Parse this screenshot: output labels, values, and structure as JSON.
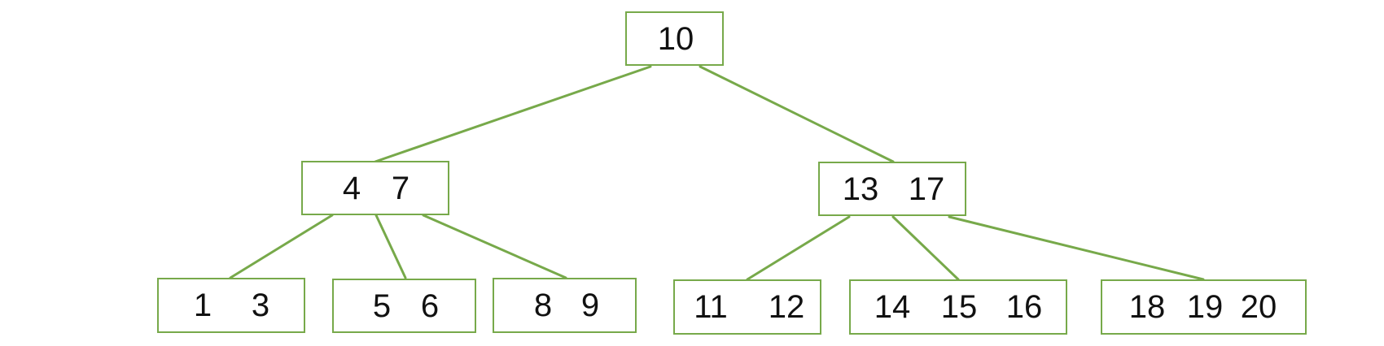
{
  "colors": {
    "node_border": "#77a94a",
    "edge": "#77a94a",
    "text": "#111111",
    "background": "#ffffff"
  },
  "tree": {
    "root": {
      "keys": [
        "10"
      ]
    },
    "level1": [
      {
        "keys": [
          "4",
          "7"
        ]
      },
      {
        "keys": [
          "13",
          "17"
        ]
      }
    ],
    "leaves": [
      {
        "keys": [
          "1",
          "3"
        ]
      },
      {
        "keys": [
          "5",
          "6"
        ]
      },
      {
        "keys": [
          "8",
          "9"
        ]
      },
      {
        "keys": [
          "11",
          "12"
        ]
      },
      {
        "keys": [
          "14",
          "15",
          "16"
        ]
      },
      {
        "keys": [
          "18",
          "19",
          "20"
        ]
      }
    ]
  }
}
